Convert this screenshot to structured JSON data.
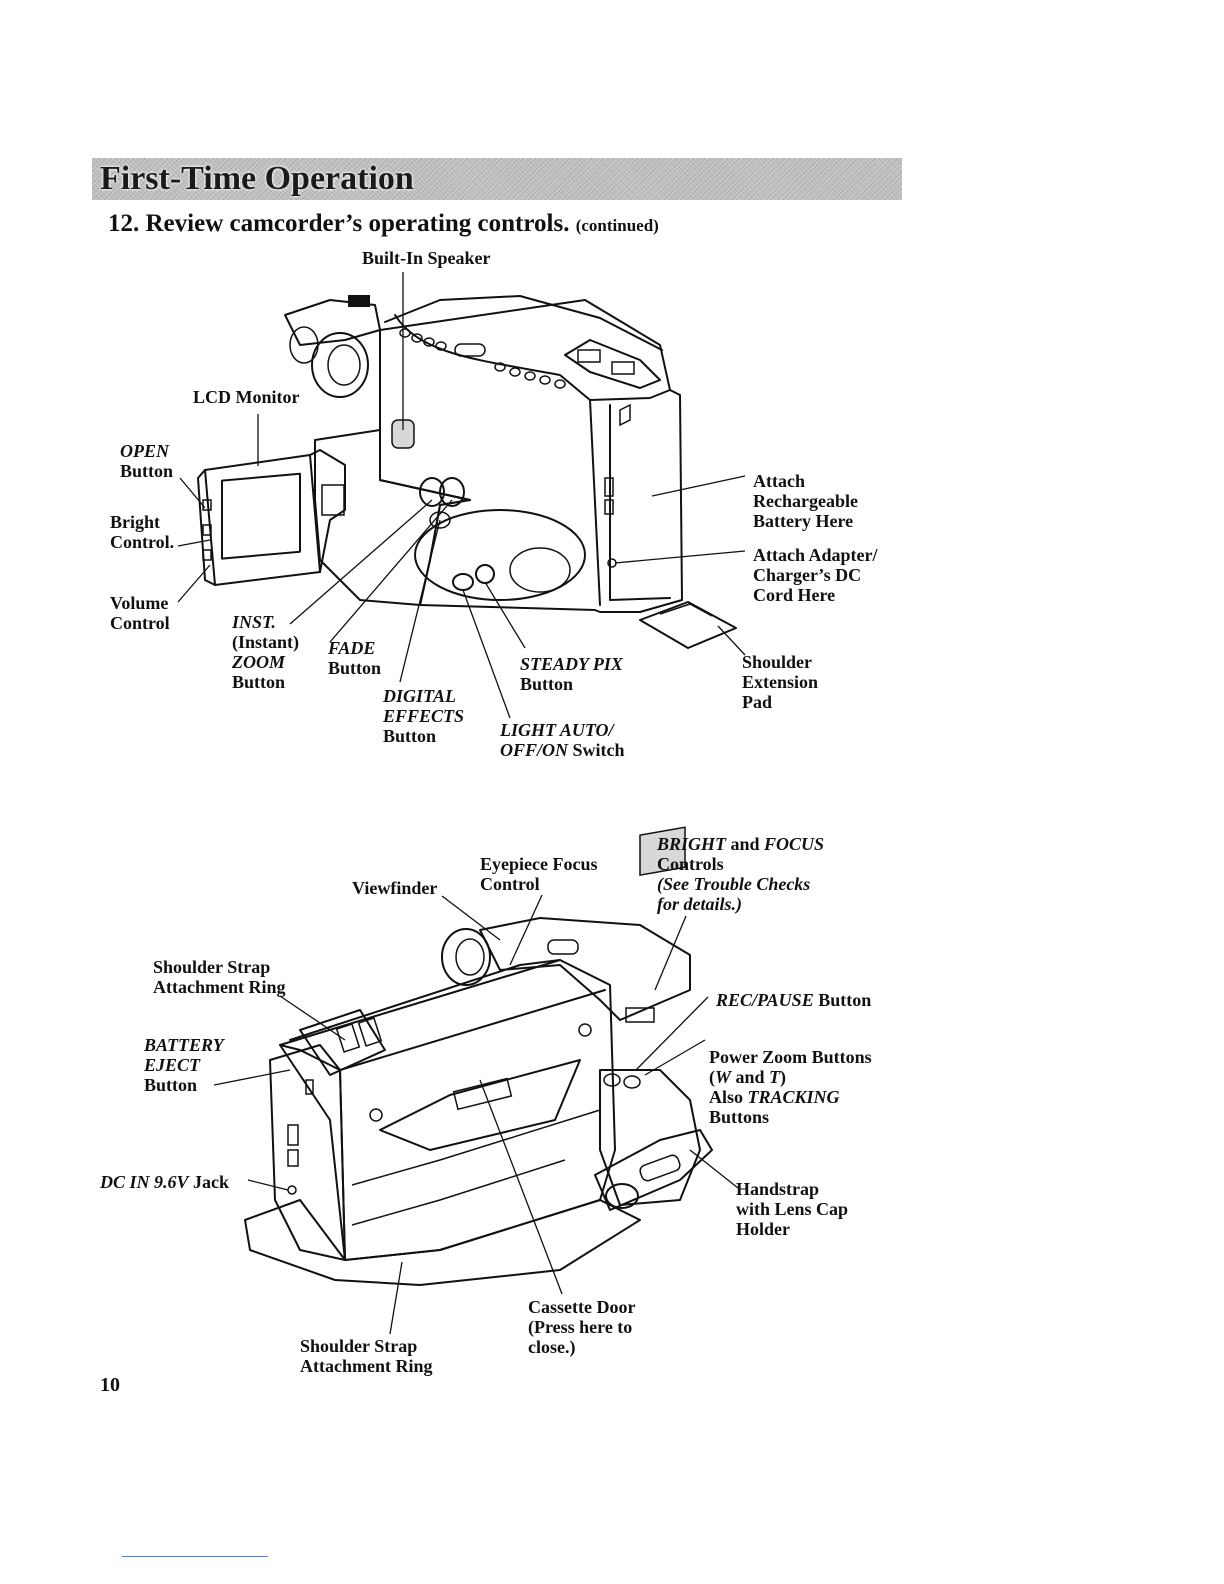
{
  "header": {
    "banner_title": "First-Time Operation",
    "step_title": "12. Review camcorder’s operating controls.",
    "step_note": "(continued)"
  },
  "top_diagram": {
    "built_in_speaker": "Built-In Speaker",
    "lcd_monitor": "LCD Monitor",
    "open_1": "OPEN",
    "open_2": "Button",
    "bright_1": "Bright",
    "bright_2": "Control.",
    "volume_1": "Volume",
    "volume_2": "Control",
    "inst_1": "INST.",
    "inst_2": "(Instant)",
    "inst_3": "ZOOM",
    "inst_4": "Button",
    "fade_1": "FADE",
    "fade_2": "Button",
    "digital_1": "DIGITAL",
    "digital_2": "EFFECTS",
    "digital_3": "Button",
    "steady_1": "STEADY PIX",
    "steady_2": "Button",
    "light_1": "LIGHT AUTO/",
    "light_2a": "OFF/ON",
    "light_2b": " Switch",
    "battery_1": "Attach",
    "battery_2": "Rechargeable",
    "battery_3": "Battery Here",
    "adapter_1": "Attach Adapter/",
    "adapter_2": "Charger’s DC",
    "adapter_3": "Cord Here",
    "pad_1": "Shoulder",
    "pad_2": "Extension",
    "pad_3": "Pad"
  },
  "bottom_diagram": {
    "viewfinder": "Viewfinder",
    "eyepiece_1": "Eyepiece Focus",
    "eyepiece_2": "Control",
    "bf_1a": "BRIGHT",
    "bf_1b": " and ",
    "bf_1c": "FOCUS",
    "bf_2": "Controls",
    "bf_3": "(See Trouble Checks",
    "bf_4": "for details.)",
    "strap_top_1": "Shoulder Strap",
    "strap_top_2": "Attachment Ring",
    "rec_a": "REC/PAUSE",
    "rec_b": " Button",
    "eject_1": "BATTERY",
    "eject_2": "EJECT",
    "eject_3": "Button",
    "zoom_1": "Power Zoom Buttons",
    "zoom_2a": "(",
    "zoom_2b": "W",
    "zoom_2c": " and ",
    "zoom_2d": "T",
    "zoom_2e": ")",
    "zoom_3a": "Also ",
    "zoom_3b": "TRACKING",
    "zoom_4": "Buttons",
    "dcin_a": "DC IN 9.6V",
    "dcin_b": " Jack",
    "handstrap_1": "Handstrap",
    "handstrap_2": "with Lens Cap",
    "handstrap_3": "Holder",
    "cassette_1": "Cassette Door",
    "cassette_2": "(Press here to",
    "cassette_3": "close.)",
    "strap_bottom_1": "Shoulder Strap",
    "strap_bottom_2": "Attachment Ring"
  },
  "footer": {
    "page_number": "10"
  }
}
